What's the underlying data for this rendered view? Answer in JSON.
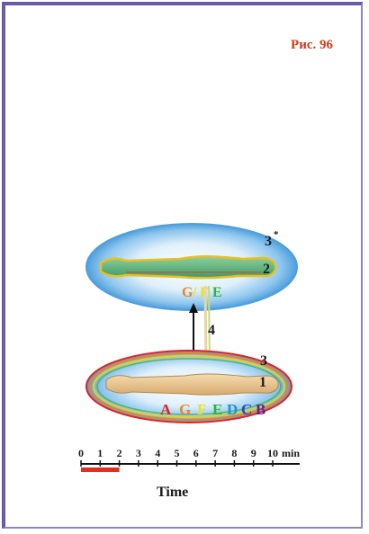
{
  "figure_label": "Рис. 96",
  "upper": {
    "level_3": "3",
    "asterisk": "*",
    "level_2": "2",
    "letters": [
      "G",
      "/",
      "F",
      "E"
    ]
  },
  "connector_label": "4",
  "lower": {
    "level_3": "3",
    "level_1": "1",
    "letters": [
      "A",
      "G",
      "F",
      "E",
      "D",
      "C",
      "B"
    ]
  },
  "timeline": {
    "ticks": [
      "0",
      "1",
      "2",
      "3",
      "4",
      "5",
      "6",
      "7",
      "8",
      "9",
      "10"
    ],
    "unit": "min",
    "label": "Time",
    "highlight_range_min": [
      0,
      2
    ]
  },
  "colors": {
    "frame": "#6a5aa8",
    "figure_label": "#d23a1a",
    "aura_blue": "#5aa6e0",
    "highlight": "#e03020",
    "letter_A": "#e02020",
    "letter_G": "#f08020",
    "letter_F": "#e8e020",
    "letter_E": "#30b040",
    "letter_D": "#2090d0",
    "letter_C": "#3040c0",
    "letter_B": "#602090"
  }
}
